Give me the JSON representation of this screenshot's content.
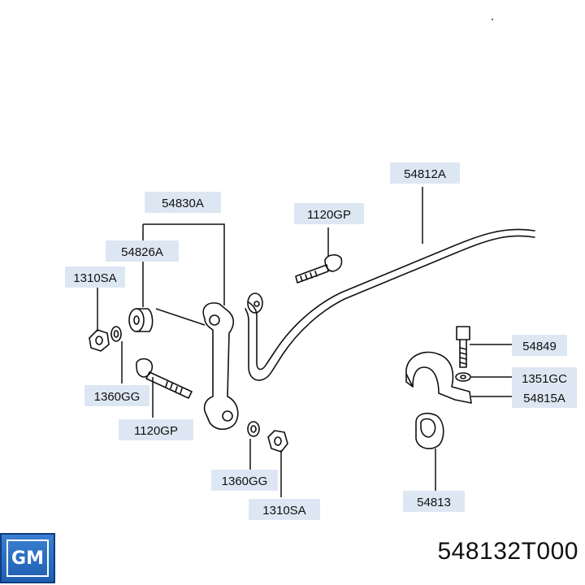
{
  "labels": {
    "stabilizer_bar": "54812A",
    "link_assembly": "54830A",
    "bushing_link": "54826A",
    "bolt_top": "1120GP",
    "nut_left": "1310SA",
    "washer_left": "1360GG",
    "bolt_left": "1120GP",
    "washer_bottom": "1360GG",
    "nut_bottom": "1310SA",
    "bolt_clamp": "54849",
    "washer_clamp": "1351GC",
    "bracket": "54815A",
    "bushing_bar": "54813"
  },
  "part_number": "548132T000",
  "logo": {
    "text": "GM",
    "color": "#1f5fb2"
  }
}
